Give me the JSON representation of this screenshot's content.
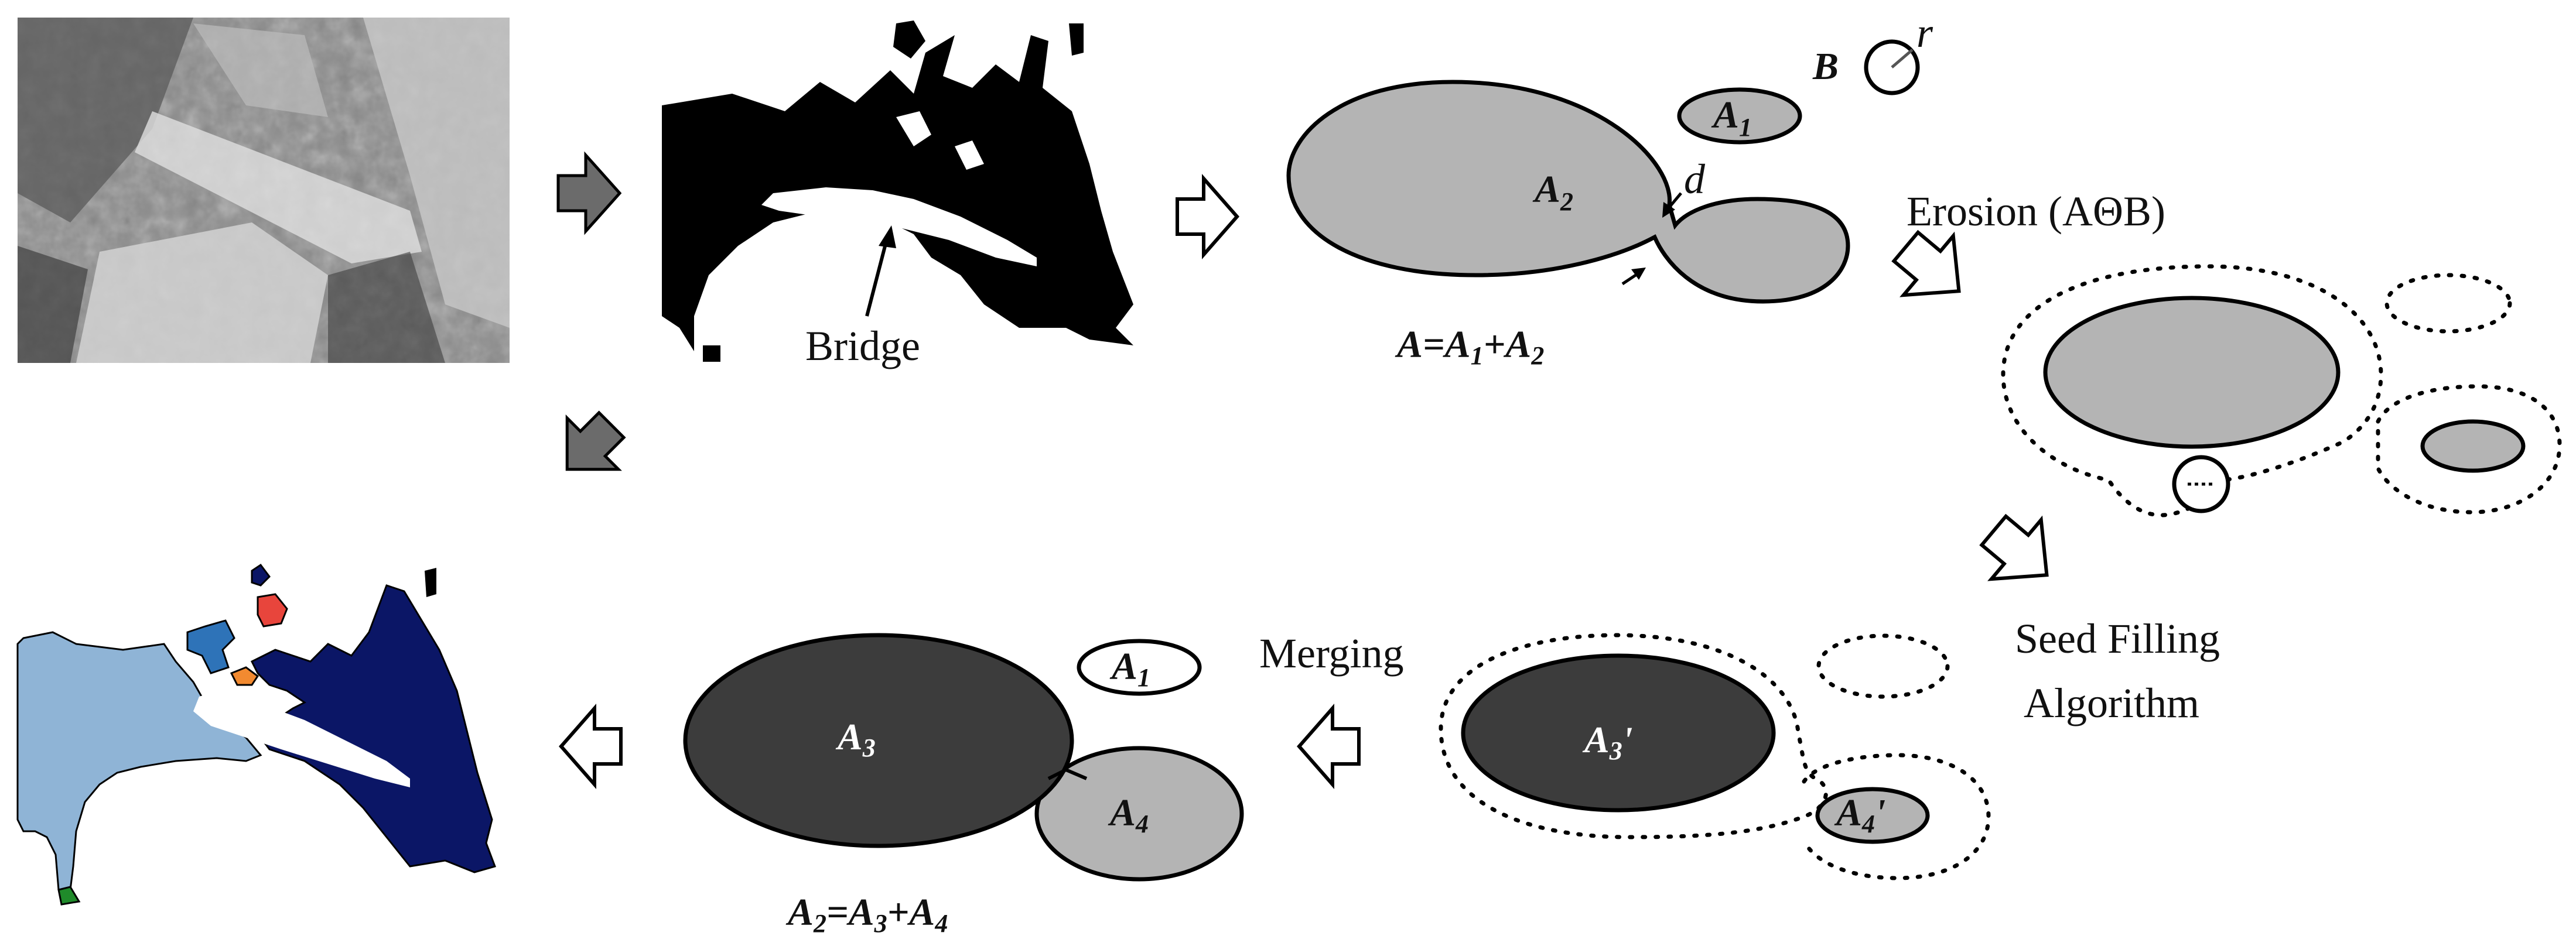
{
  "labels": {
    "bridge": "Bridge",
    "structuring_element": "B",
    "radius": "r",
    "gap": "d",
    "erosion": "Erosion (AΘB)",
    "seed_filling_line1": "Seed Filling",
    "seed_filling_line2": "Algorithm",
    "merging": "Merging"
  },
  "regions": {
    "a1": {
      "letter": "A",
      "index": "1"
    },
    "a2": {
      "letter": "A",
      "index": "2"
    },
    "a3": {
      "letter": "A",
      "index": "3"
    },
    "a4": {
      "letter": "A",
      "index": "4"
    },
    "a3_prime": {
      "letter": "A",
      "index": "3",
      "mark": "'"
    },
    "a4_prime": {
      "letter": "A",
      "index": "4",
      "mark": "'"
    },
    "a1_bottom": {
      "letter": "A",
      "index": "1"
    }
  },
  "equations": {
    "eq_top": {
      "a": "A",
      "eq": "=",
      "b": "A",
      "b_index": "1",
      "plus": "+",
      "c": "A",
      "c_index": "2"
    },
    "eq_bottom": {
      "a": "A",
      "a_index": "2",
      "eq": "=",
      "b": "A",
      "b_index": "3",
      "plus": "+",
      "c": "A",
      "c_index": "4"
    }
  },
  "colors": {
    "light_gray": "#b4b4b4",
    "dark_gray": "#3c3c3c",
    "black_mask": "#000000",
    "segment_light_blue": "#8fb4d6",
    "segment_navy": "#0b1666",
    "segment_mid_blue": "#2e73b8",
    "segment_red": "#e8453c",
    "segment_orange": "#f28a30",
    "segment_green": "#1f8a2a",
    "arrow_dark": "#6b6b6b"
  }
}
